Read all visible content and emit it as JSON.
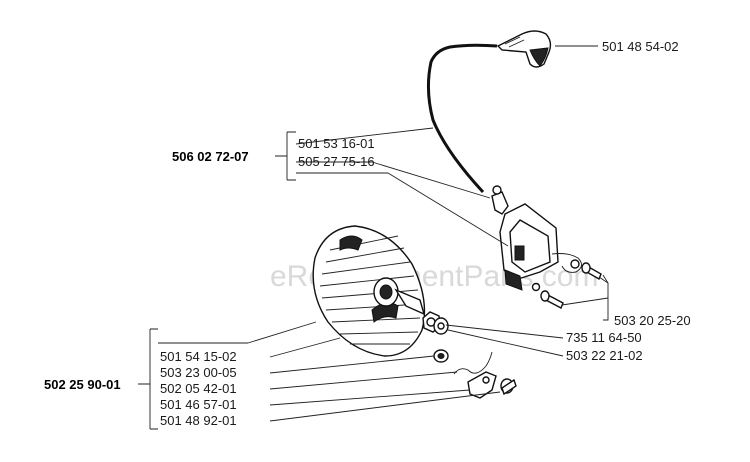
{
  "watermark": "eReplacementParts.com",
  "groups": {
    "ignition": "506 02 72-07",
    "flywheel": "502 25 90-01"
  },
  "labels": {
    "spark_cap": "501 48 54-02",
    "ht_lead": "501 53 16-01",
    "ignition_module": "505 27 75-16",
    "module_screws": "503 20 25-20",
    "nut": "735 11 64-50",
    "washer_right": "503 22 21-02",
    "flywheel": "501 54 15-02",
    "washer": "503 23 00-05",
    "pawl_spring": "502 05 42-01",
    "pawl": "501 46 57-01",
    "pivot_bolt": "501 48 92-01"
  }
}
